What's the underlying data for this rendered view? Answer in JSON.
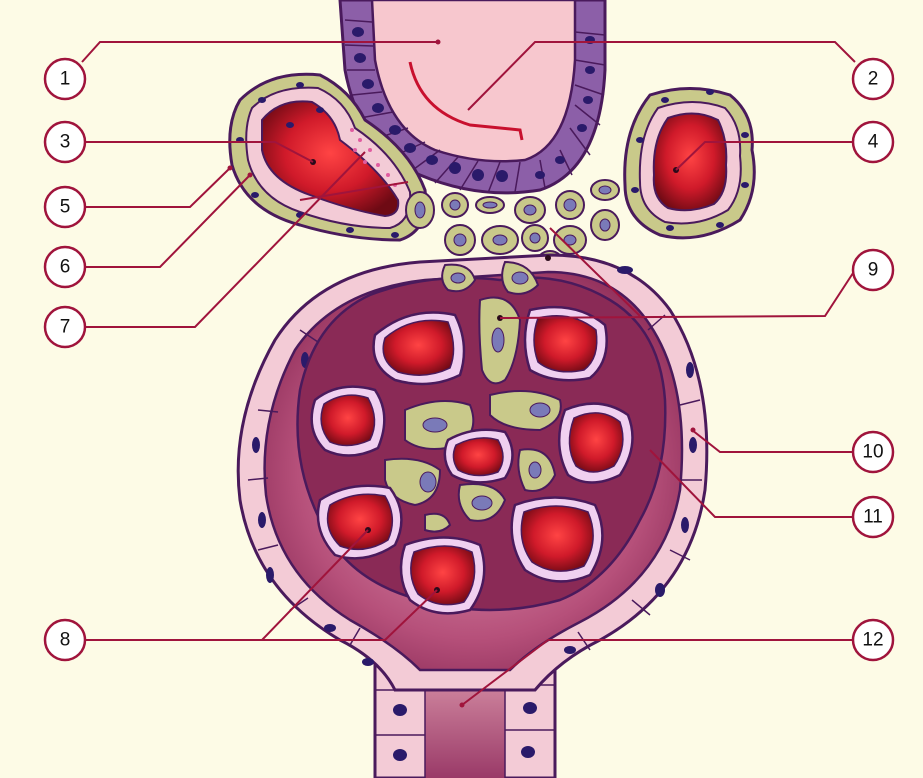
{
  "colors": {
    "background": "#fdfbe6",
    "callout_line": "#a0143c",
    "label_circle_stroke": "#a0143c",
    "blood": "#c8102e",
    "basement_membrane": "#4a1a5c",
    "podocyte": "#c9c98a",
    "epithelium": "#f3cbd6",
    "tubule_cell": "#8c5fa8"
  },
  "labels": [
    "1",
    "2",
    "3",
    "4",
    "5",
    "6",
    "7",
    "8",
    "9",
    "10",
    "11",
    "12"
  ]
}
